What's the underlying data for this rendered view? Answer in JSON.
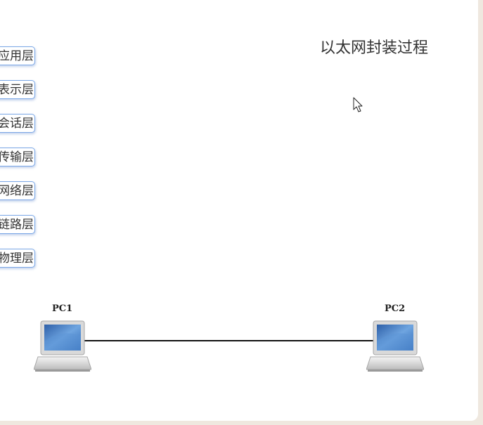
{
  "title": "以太网封装过程",
  "layers": [
    {
      "label": "应用层"
    },
    {
      "label": "表示层"
    },
    {
      "label": "会话层"
    },
    {
      "label": "传输层"
    },
    {
      "label": "网络层"
    },
    {
      "label": "链路层"
    },
    {
      "label": "物理层"
    }
  ],
  "nodes": {
    "pc1": {
      "label": "PC1"
    },
    "pc2": {
      "label": "PC2"
    }
  },
  "colors": {
    "layer_border": "#7aa7e6",
    "link": "#111111",
    "screen": "#3f7fc6"
  },
  "icons": {
    "computer": "laptop-computer-icon",
    "cursor": "mouse-cursor-icon"
  }
}
